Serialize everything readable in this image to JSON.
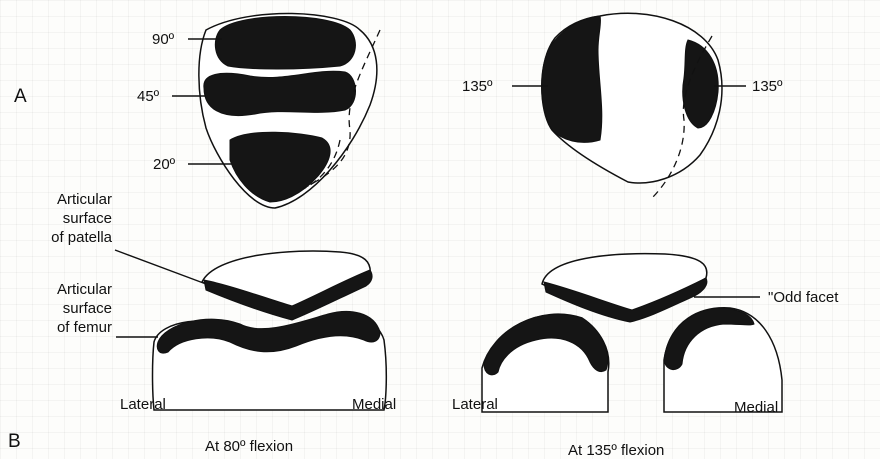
{
  "panel_labels": {
    "a": "A",
    "b": "B"
  },
  "top_left": {
    "angle_90": "90º",
    "angle_45": "45º",
    "angle_20": "20º"
  },
  "top_right": {
    "angle_left": "135º",
    "angle_right": "135º"
  },
  "bottom_left": {
    "patella_label": [
      "Articular",
      "surface",
      "of patella"
    ],
    "femur_label": [
      "Articular",
      "surface",
      "of femur"
    ],
    "lateral": "Lateral",
    "medial": "Medial",
    "caption": "At 80º flexion"
  },
  "bottom_right": {
    "odd_facet": "\"Odd facet",
    "lateral": "Lateral",
    "medial": "Medial",
    "caption": "At 135º flexion"
  }
}
